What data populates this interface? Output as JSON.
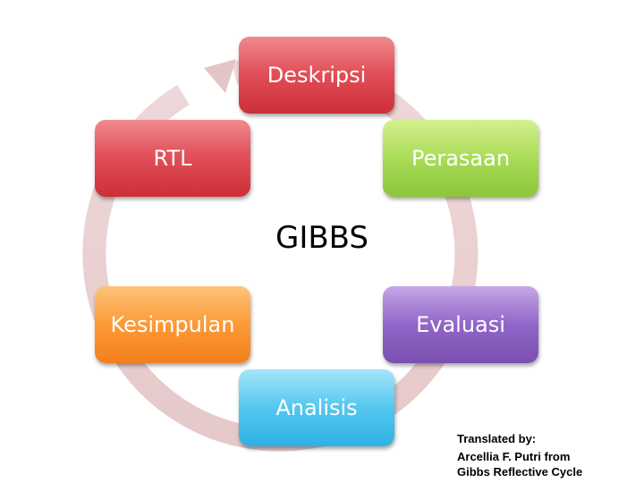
{
  "diagram": {
    "center_label": "GIBBS",
    "ring_color": "#ecd3d4",
    "stages": [
      {
        "key": "deskripsi",
        "label": "Deskripsi",
        "color": "red"
      },
      {
        "key": "perasaan",
        "label": "Perasaan",
        "color": "green"
      },
      {
        "key": "evaluasi",
        "label": "Evaluasi",
        "color": "purple"
      },
      {
        "key": "analisis",
        "label": "Analisis",
        "color": "cyan"
      },
      {
        "key": "kesimpulan",
        "label": "Kesimpulan",
        "color": "orange"
      },
      {
        "key": "rtl",
        "label": "RTL",
        "color": "red"
      }
    ],
    "flow_direction": "clockwise"
  },
  "credit": {
    "line1": "Translated by:",
    "line2": "Arcellia F. Putri from",
    "line3": "Gibbs Reflective Cycle"
  }
}
